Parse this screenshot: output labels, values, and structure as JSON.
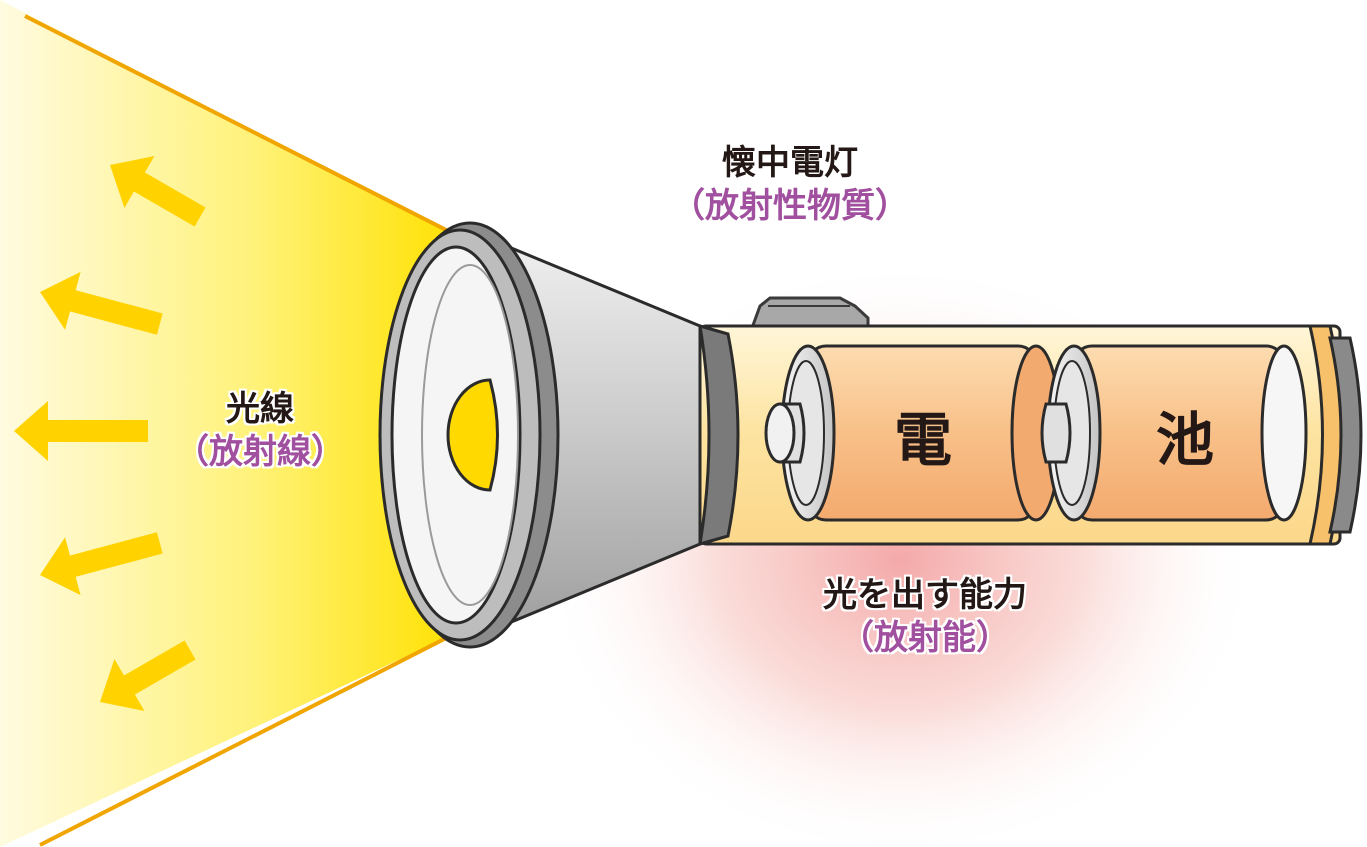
{
  "labels": {
    "light": {
      "main": "光線",
      "sub": "（放射線）"
    },
    "flashlight": {
      "main": "懐中電灯",
      "sub": "（放射性物質）"
    },
    "ability": {
      "main": "光を出す能力",
      "sub": "（放射能）"
    },
    "battery": {
      "char1": "電",
      "char2": "池"
    }
  },
  "colors": {
    "beam": "#ffe100",
    "beam_edge": "#f0a500",
    "arrow": "#ffd200",
    "battery_body": "#f5b87a",
    "tube": "#fde6a8",
    "glow": "#f0a0a0",
    "sub_text": "#a0509e",
    "metal": "#c8c8c8"
  },
  "icons": [
    "arrow-left-icon",
    "flashlight-icon",
    "battery-icon"
  ]
}
